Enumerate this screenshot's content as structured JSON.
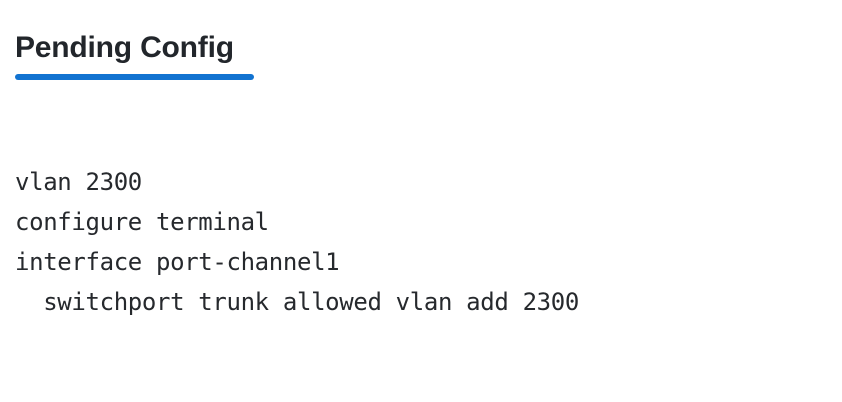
{
  "panel": {
    "title": "Pending Config",
    "accent_color": "#1273d1",
    "title_color": "#22262b",
    "background_color": "#ffffff"
  },
  "config": {
    "text_color": "#26292d",
    "lines": [
      "vlan 2300",
      "configure terminal",
      "interface port-channel1",
      "  switchport trunk allowed vlan add 2300"
    ]
  }
}
